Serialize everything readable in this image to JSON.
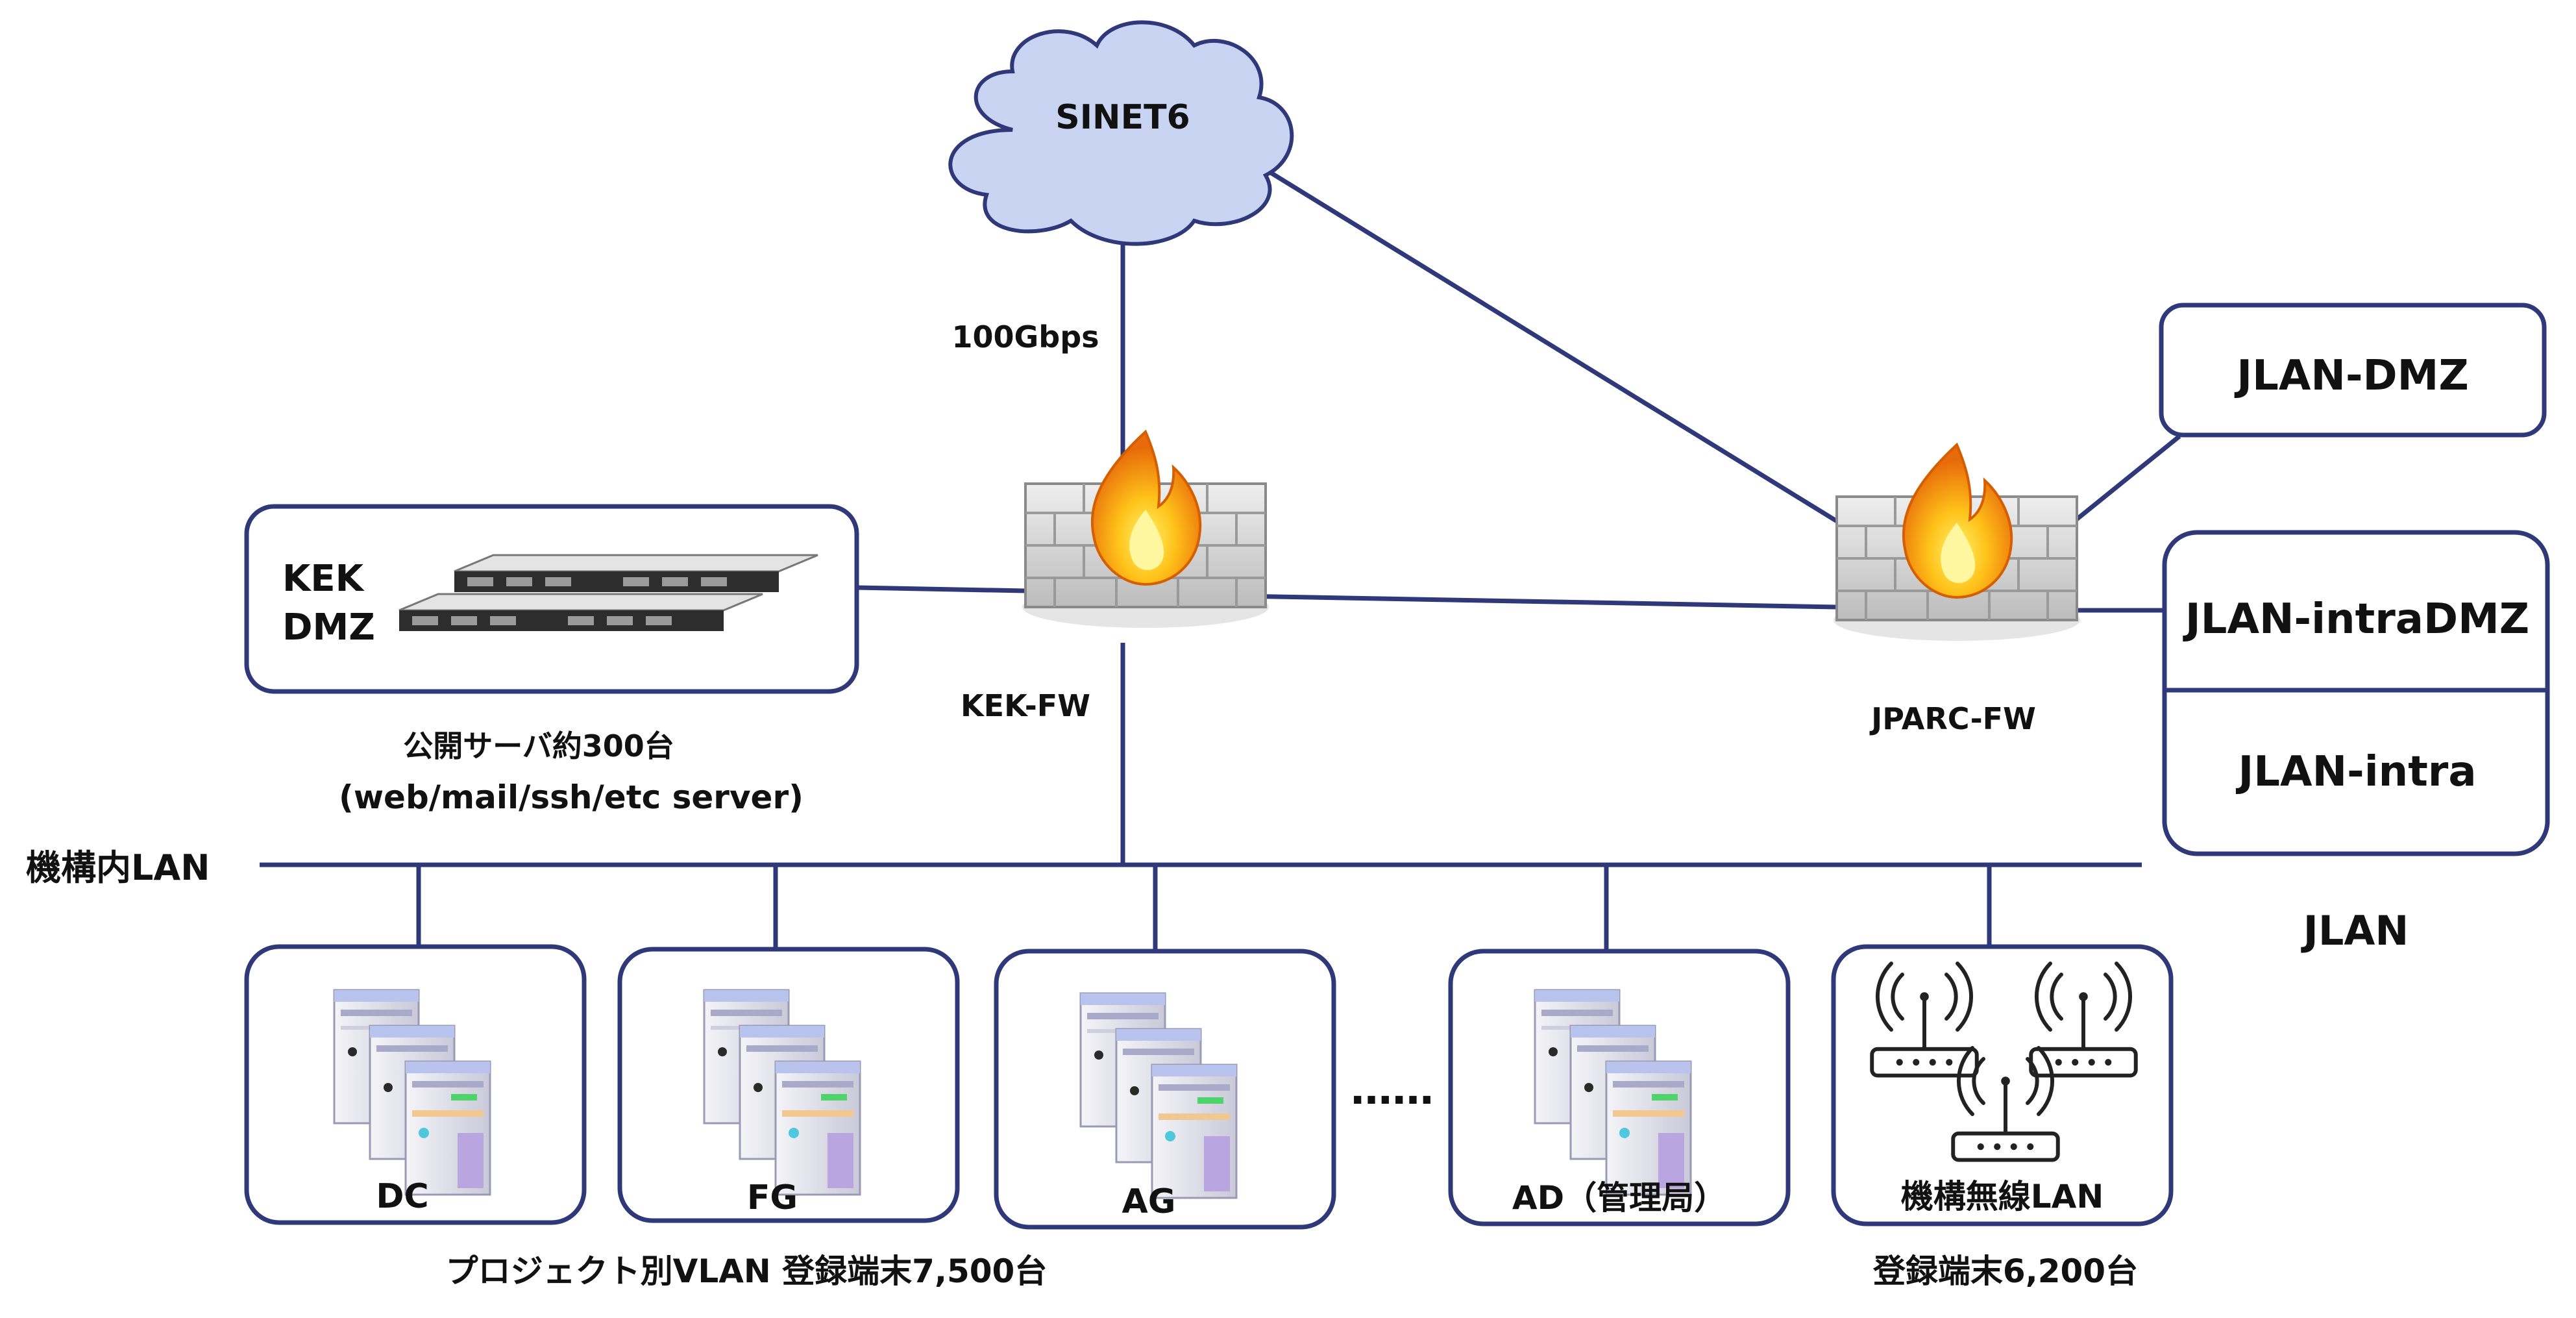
{
  "cloud": {
    "label": "SINET6"
  },
  "link_speed": "100Gbps",
  "kek_fw": {
    "label": "KEK-FW"
  },
  "jparc_fw": {
    "label": "JPARC-FW"
  },
  "kek_dmz": {
    "title_line1": "KEK",
    "title_line2": "DMZ",
    "caption_line1": "公開サーバ約300台",
    "caption_line2": "(web/mail/ssh/etc server)"
  },
  "jlan": {
    "dmz": "JLAN-DMZ",
    "intradmz": "JLAN-intraDMZ",
    "intra": "JLAN-intra",
    "label": "JLAN"
  },
  "lan": {
    "label": "機構内LAN"
  },
  "groups": [
    {
      "label": "DC"
    },
    {
      "label": "FG"
    },
    {
      "label": "AG"
    },
    {
      "label": "AD（管理局）"
    }
  ],
  "ellipsis": "……",
  "wireless": {
    "label": "機構無線LAN"
  },
  "captions": {
    "project_vlan": "プロジェクト別VLAN 登録端末7,500台",
    "wireless_terminals": "登録端末6,200台"
  },
  "colors": {
    "line": "#2f3878",
    "cloud": "#c8d4f2",
    "firewall": "#d8d8d8",
    "flame": "#f5a21a"
  }
}
